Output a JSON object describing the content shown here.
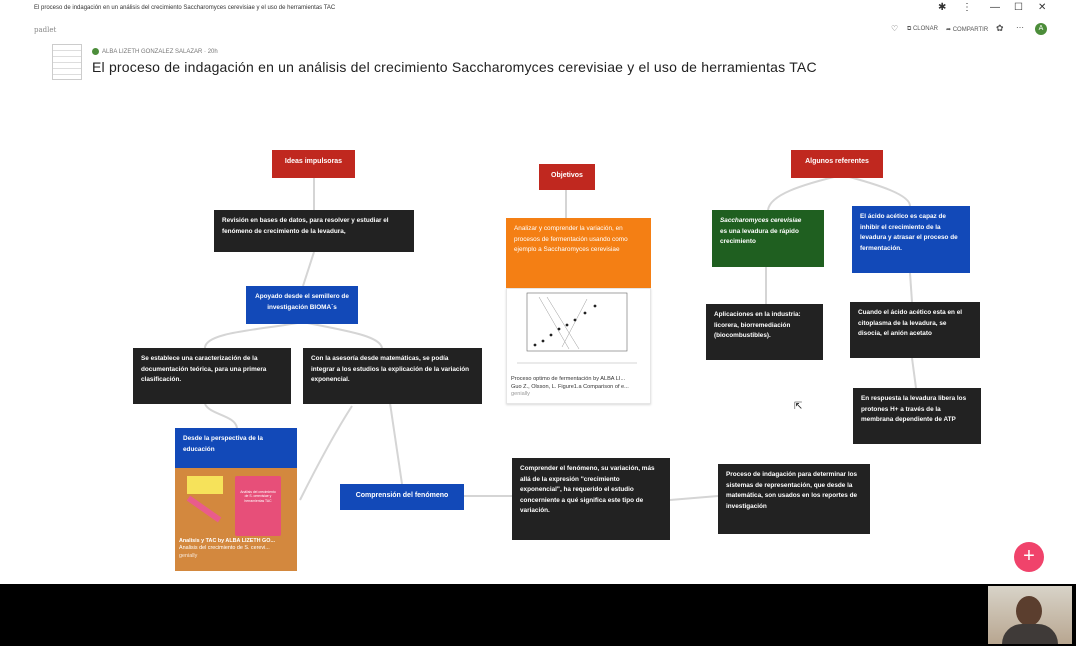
{
  "window": {
    "title": "El proceso de indagación en un análisis del crecimiento Saccharomyces cerevisiae y el uso de herramientas TAC",
    "controls": [
      "—",
      "☐",
      "✕"
    ]
  },
  "app": {
    "brand": "padlet",
    "actions": {
      "clone": "CLONAR",
      "share": "COMPARTIR"
    },
    "avatar_initial": "A",
    "colors": {
      "accent": "#f0436b"
    }
  },
  "board": {
    "author": "ALBA LIZETH GONZALEZ SALAZAR",
    "age": "20h",
    "title": "El proceso de indagación en un análisis del crecimiento Saccharomyces cerevisiae y el uso de herramientas TAC"
  },
  "cards": {
    "ideas": "Ideas impulsoras",
    "objetivos": "Objetivos",
    "referentes": "Algunos referentes",
    "revision": "Revisión en bases de datos, para resolver y estudiar el fenómeno de crecimiento de la levadura,",
    "apoyado": "Apoyado desde el semillero de investigación BIOMA´s",
    "caracterizacion": "Se establece una caracterización de la documentación teórica, para una primera clasificación.",
    "asesoria": "Con la asesoría desde matemáticas, se podía integrar a los estudios la explicación de la variación exponencial.",
    "perspectiva": "Desde la perspectiva de la educación",
    "comprension": "Comprensión del fenómeno",
    "comprender": "Comprender el fenómeno, su variación, más allá de la expresión \"crecimiento exponencial\", ha requerido el estudio concerniente a qué significa este tipo de variación.",
    "proceso": "Proceso de indagación para determinar los sistemas de representación, que desde la matemática, son usados en los reportes de investigación",
    "analizar": "Analizar y comprender la variación, en procesos de fermentación usando como ejemplo a Saccharomyces cerevisiae",
    "sacch_title": "Saccharomyces cerevisiae",
    "sacch_body": "es una levadura de rápido crecimiento",
    "acido": "El ácido acético es capaz de inhibir el crecimiento de la levadura y atrasar el proceso de fermentación.",
    "aplicaciones": "Aplicaciones en la industria: licorera, biorremediación (biocombustibles).",
    "cuando": "Cuando el ácido acético esta en el citoplasma de la levadura, se disocia, el anión acetato",
    "respuesta": "En respuesta la levadura libera los protones H+ a través de la membrana dependiente de ATP"
  },
  "attachments": {
    "fermentacion": {
      "title": "Proceso optimo de fermentación by ALBA LI...",
      "subtitle": "Guo Z., Olsson, L. Figure1.a Comparison of e...",
      "source": "genially"
    },
    "analisis": {
      "title": "Analisis y TAC by ALBA LIZETH GO...",
      "subtitle": "Analisis del crecimiento de S. cerevi...",
      "source": "genially",
      "cover_text": "Análisis del crecimiento de S. cerevisiae y herramientas TAC"
    }
  },
  "fab_label": "+"
}
